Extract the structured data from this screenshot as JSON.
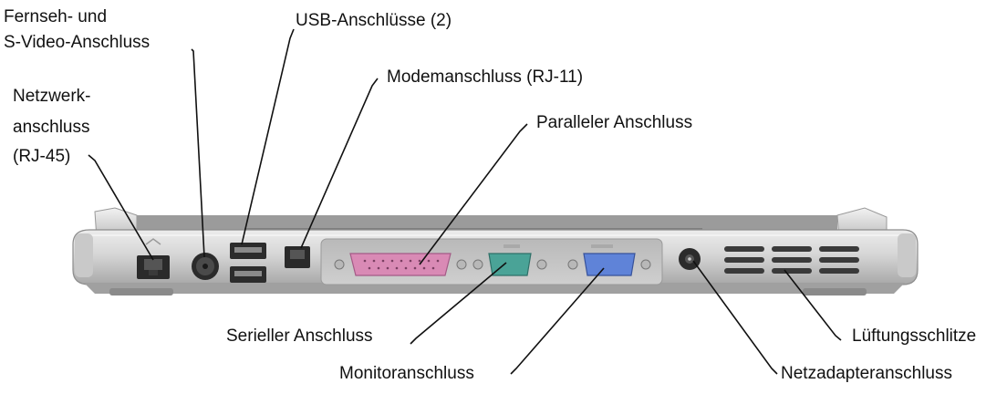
{
  "labels": {
    "tv_svideo_line1": "Fernseh- und",
    "tv_svideo_line2": "S-Video-Anschluss",
    "usb": "USB-Anschlüsse (2)",
    "modem": "Modemanschluss (RJ-11)",
    "network_line1": "Netzwerk-",
    "network_line2": "anschluss",
    "network_line3": "(RJ-45)",
    "parallel": "Paralleler Anschluss",
    "serial": "Serieller Anschluss",
    "monitor": "Monitoranschluss",
    "vents": "Lüftungsschlitze",
    "ac_adapter": "Netzadapteranschluss"
  },
  "colors": {
    "body_light": "#dcdcdc",
    "body_mid": "#c2c2c2",
    "body_dark": "#9a9a9a",
    "parallel_port": "#e080b8",
    "serial_port": "#3f9a8e",
    "vga_port": "#5a7fd6",
    "leader_line": "#111111"
  }
}
